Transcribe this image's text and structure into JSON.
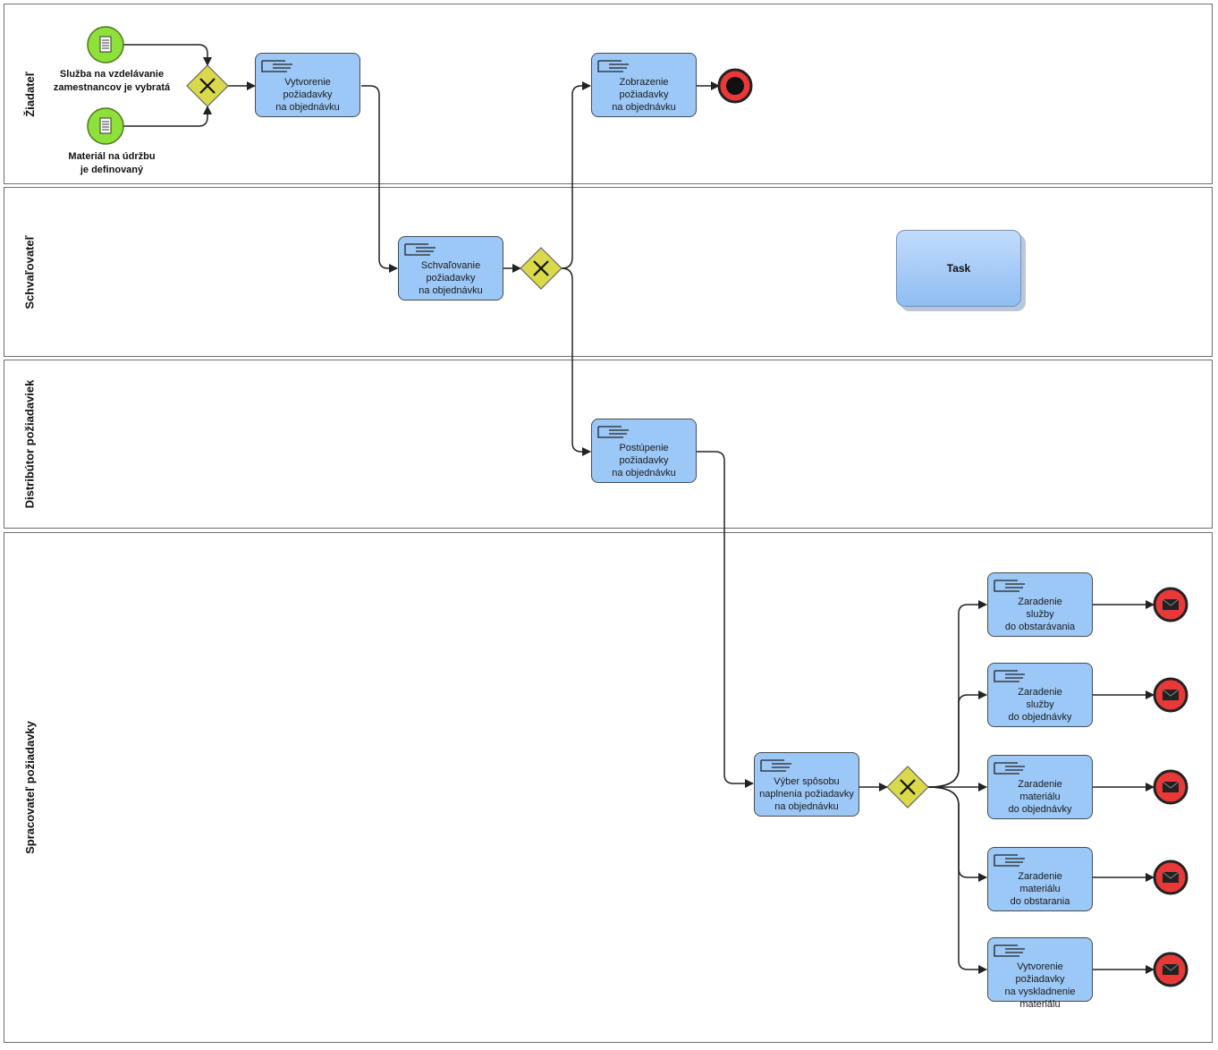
{
  "lanes": [
    {
      "label": "Žiadateľ"
    },
    {
      "label": "Schvaľovateľ"
    },
    {
      "label": "Distribútor požiadaviek"
    },
    {
      "label": "Spracovateľ požiadavky"
    }
  ],
  "start_events": [
    {
      "label": "Služba na vzdelávanie\nzamestnancov je vybratá",
      "icon": "document-icon"
    },
    {
      "label": "Materiál na údržbu\nje definovaný",
      "icon": "document-icon"
    }
  ],
  "tasks": [
    {
      "label": "Vytvorenie\npožiadavky\nna objednávku"
    },
    {
      "label": "Zobrazenie\npožiadavky\nna objednávku"
    },
    {
      "label": "Schvaľovanie\npožiadavky\nna objednávku"
    },
    {
      "label": "Postúpenie\npožiadavky\nna objednávku"
    },
    {
      "label": "Výber spôsobu\nnaplnenia požiadavky\nna objednávku"
    },
    {
      "label": "Zaradenie\nslužby\ndo obstarávania"
    },
    {
      "label": "Zaradenie\nslužby\ndo objednávky"
    },
    {
      "label": "Zaradenie\nmateriálu\ndo objednávky"
    },
    {
      "label": "Zaradenie\nmateriálu\ndo obstarania"
    },
    {
      "label": "Vytvorenie\npožiadavky\nna vyskladnenie\nmateriálu"
    }
  ],
  "loose_task": {
    "label": "Task"
  },
  "gateway_type": "exclusive",
  "end_event_types": [
    "terminate",
    "message",
    "message",
    "message",
    "message",
    "message"
  ],
  "colors": {
    "task_fill": "#9cc8f7",
    "gateway_fill": "#d9d94a",
    "start_fill": "#8fe03a",
    "end_fill": "#e83838"
  }
}
